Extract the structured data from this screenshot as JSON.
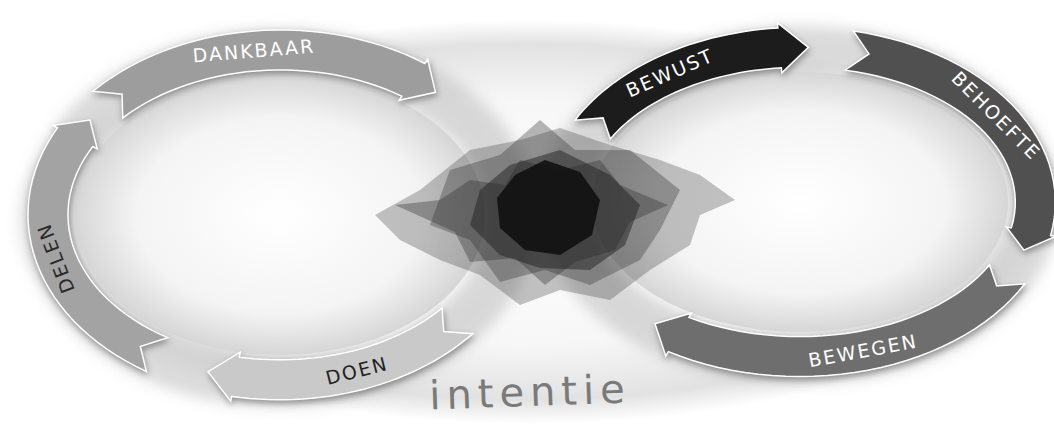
{
  "diagram": {
    "nodes": [
      {
        "text": [
          "DANKBAAR"
        ]
      },
      {
        "text": [
          "BEWUST"
        ]
      },
      {
        "text": [
          "BEHOEFTE"
        ]
      },
      {
        "text": [
          "BEWEGEN"
        ]
      },
      {
        "text": [
          "DOEN"
        ]
      },
      {
        "text": [
          "DELEN"
        ]
      }
    ],
    "labels": [
      "intentie"
    ]
  }
}
